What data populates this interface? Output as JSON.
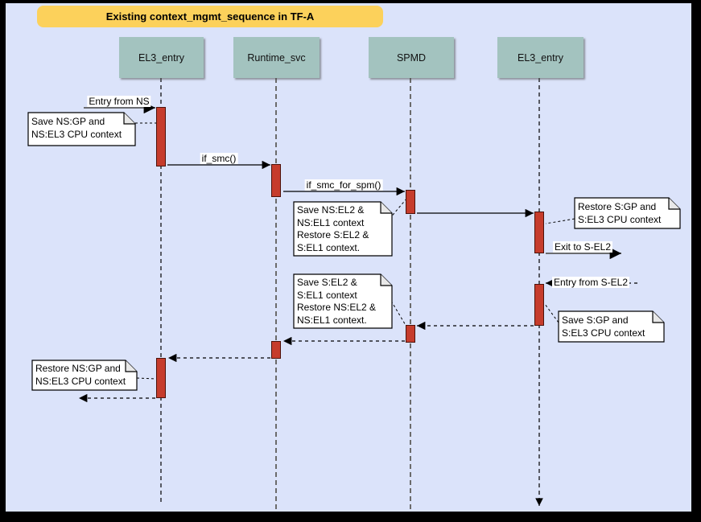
{
  "title": "Existing context_mgmt_sequence in TF-A",
  "lifelines": [
    {
      "name": "EL3_entry"
    },
    {
      "name": "Runtime_svc"
    },
    {
      "name": "SPMD"
    },
    {
      "name": "EL3_entry"
    }
  ],
  "messages": [
    {
      "label": "Entry from NS"
    },
    {
      "label": "if_smc()"
    },
    {
      "label": "if_smc_for_spm()"
    },
    {
      "label": ""
    },
    {
      "label": "Exit to S-EL2"
    },
    {
      "label": "Entry from S-EL2"
    }
  ],
  "notes": [
    {
      "text": "Save NS:GP and\nNS:EL3 CPU context"
    },
    {
      "text": "Save NS:EL2 &\nNS:EL1 context\nRestore S:EL2 &\nS:EL1 context."
    },
    {
      "text": "Restore S:GP and\nS:EL3 CPU context"
    },
    {
      "text": "Save S:EL2 &\nS:EL1 context\nRestore NS:EL2 &\nNS:EL1 context."
    },
    {
      "text": "Save S:GP and\nS:EL3 CPU context"
    },
    {
      "text": "Restore NS:GP and\nNS:EL3 CPU context"
    }
  ],
  "colors": {
    "canvas_background": "#dbe3fa",
    "frame": "#000000",
    "title_fill": "#fcd15b",
    "actor_fill": "#a3c3bf",
    "activation_fill": "#c63c2c",
    "activation_border": "#4d120a",
    "note_fill": "#ffffff",
    "gray_lifeline": "#6b6b6b",
    "gray_message": "#5b5b5b"
  }
}
